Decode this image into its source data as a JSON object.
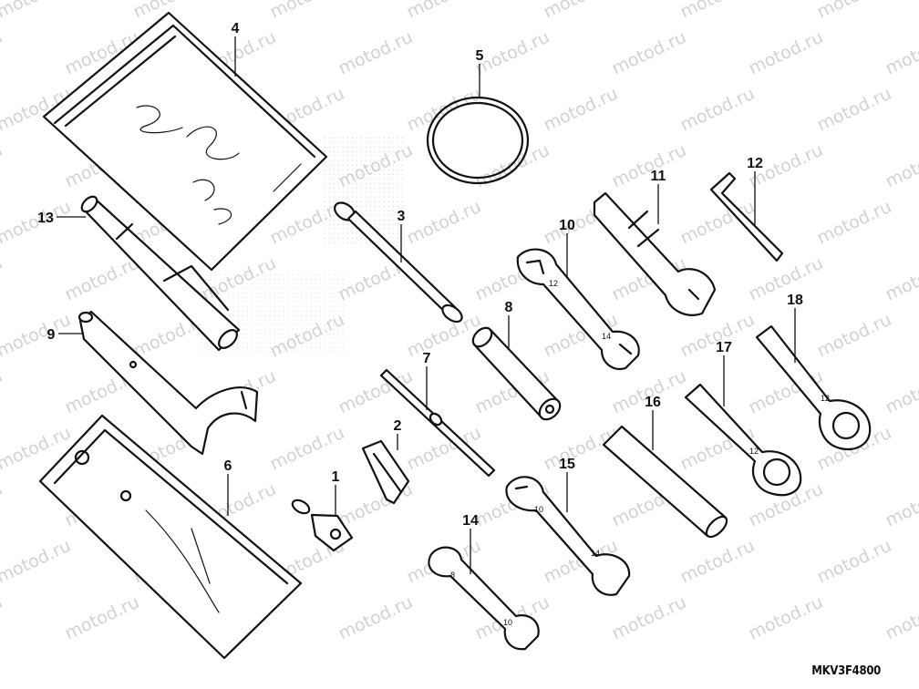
{
  "drawing_code": "MKV3F4800",
  "watermark": "motod.ru",
  "callouts": {
    "c1": "1",
    "c2": "2",
    "c3": "3",
    "c4": "4",
    "c5": "5",
    "c6": "6",
    "c7": "7",
    "c8": "8",
    "c9": "9",
    "c10": "10",
    "c11": "11",
    "c12": "12",
    "c13": "13",
    "c14": "14",
    "c15": "15",
    "c16": "16",
    "c17": "17",
    "c18": "18"
  },
  "wrench_marks": {
    "w10a": "12",
    "w10b": "14",
    "w14a": "8",
    "w14b": "10",
    "w15a": "10",
    "w15b": "14",
    "w17": "12",
    "w18": "12"
  }
}
